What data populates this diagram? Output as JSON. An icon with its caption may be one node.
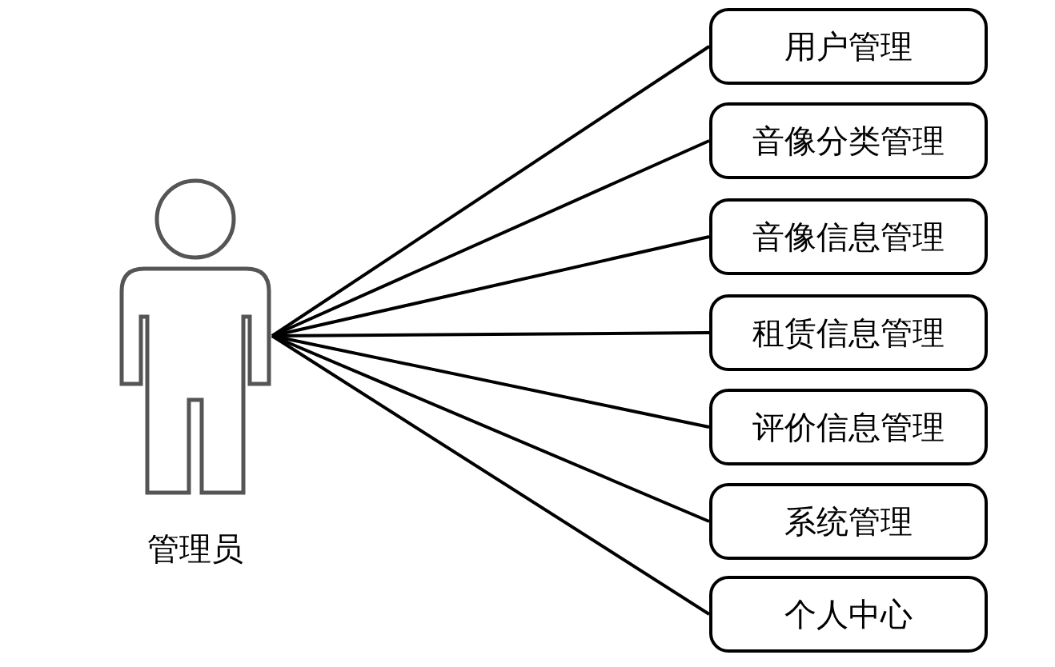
{
  "diagram": {
    "nodes": [
      {
        "text": [
          "管理员"
        ]
      },
      {
        "text": [
          "用户管理"
        ]
      },
      {
        "text": [
          "音像分类管理"
        ]
      },
      {
        "text": [
          "音像信息管理"
        ]
      },
      {
        "text": [
          "租赁信息管理"
        ]
      },
      {
        "text": [
          "评价信息管理"
        ]
      },
      {
        "text": [
          "系统管理"
        ]
      },
      {
        "text": [
          "个人中心"
        ]
      }
    ],
    "edges": [
      {
        "from": 0,
        "to": 1,
        "arrow": "none"
      },
      {
        "from": 0,
        "to": 2,
        "arrow": "none"
      },
      {
        "from": 0,
        "to": 3,
        "arrow": "none"
      },
      {
        "from": 0,
        "to": 4,
        "arrow": "none"
      },
      {
        "from": 0,
        "to": 5,
        "arrow": "none"
      },
      {
        "from": 0,
        "to": 6,
        "arrow": "none"
      },
      {
        "from": 0,
        "to": 7,
        "arrow": "none"
      }
    ]
  }
}
